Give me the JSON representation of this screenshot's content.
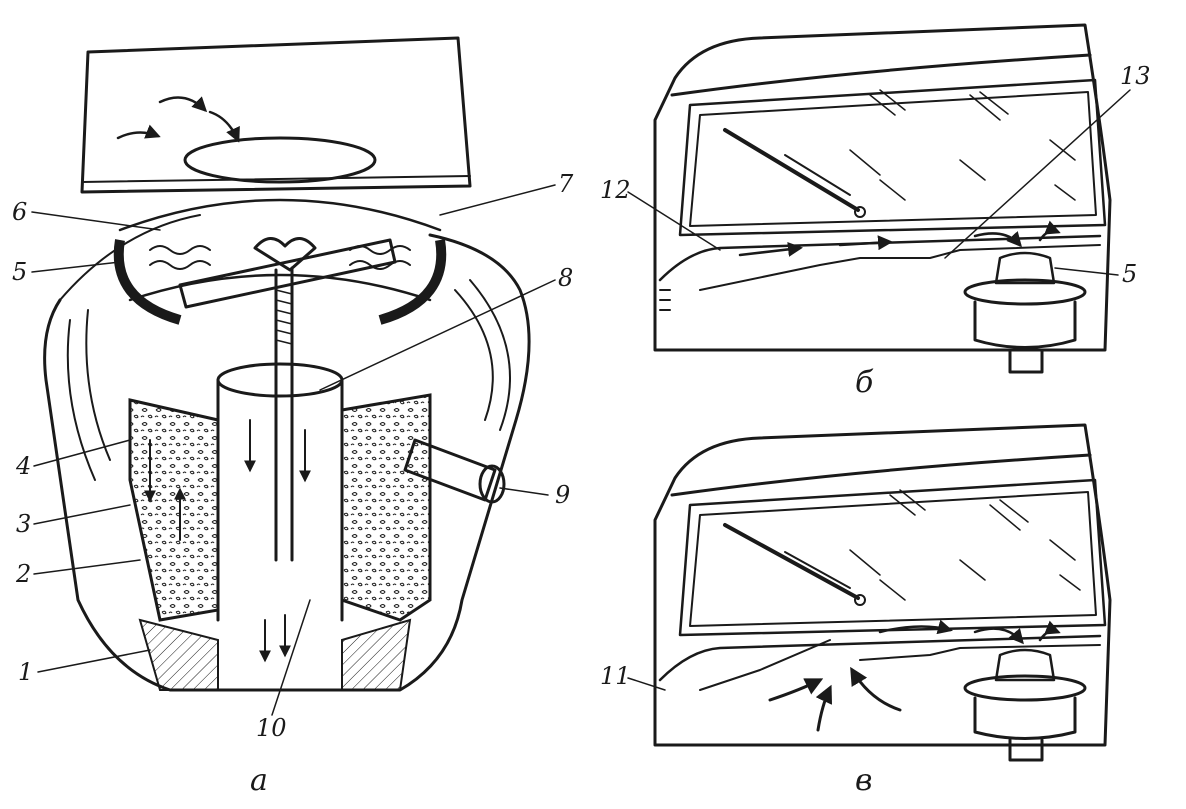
{
  "panels": {
    "a": {
      "caption": "а",
      "callouts": {
        "n1": "1",
        "n2": "2",
        "n3": "3",
        "n4": "4",
        "n5": "5",
        "n6": "6",
        "n7": "7",
        "n8": "8",
        "n9": "9",
        "n10": "10"
      }
    },
    "b": {
      "caption": "б",
      "callouts": {
        "n12": "12",
        "n13": "13",
        "n5": "5"
      }
    },
    "v": {
      "caption": "в",
      "callouts": {
        "n11": "11"
      }
    }
  },
  "colors": {
    "ink": "#1a1a1a",
    "paper": "#ffffff"
  }
}
